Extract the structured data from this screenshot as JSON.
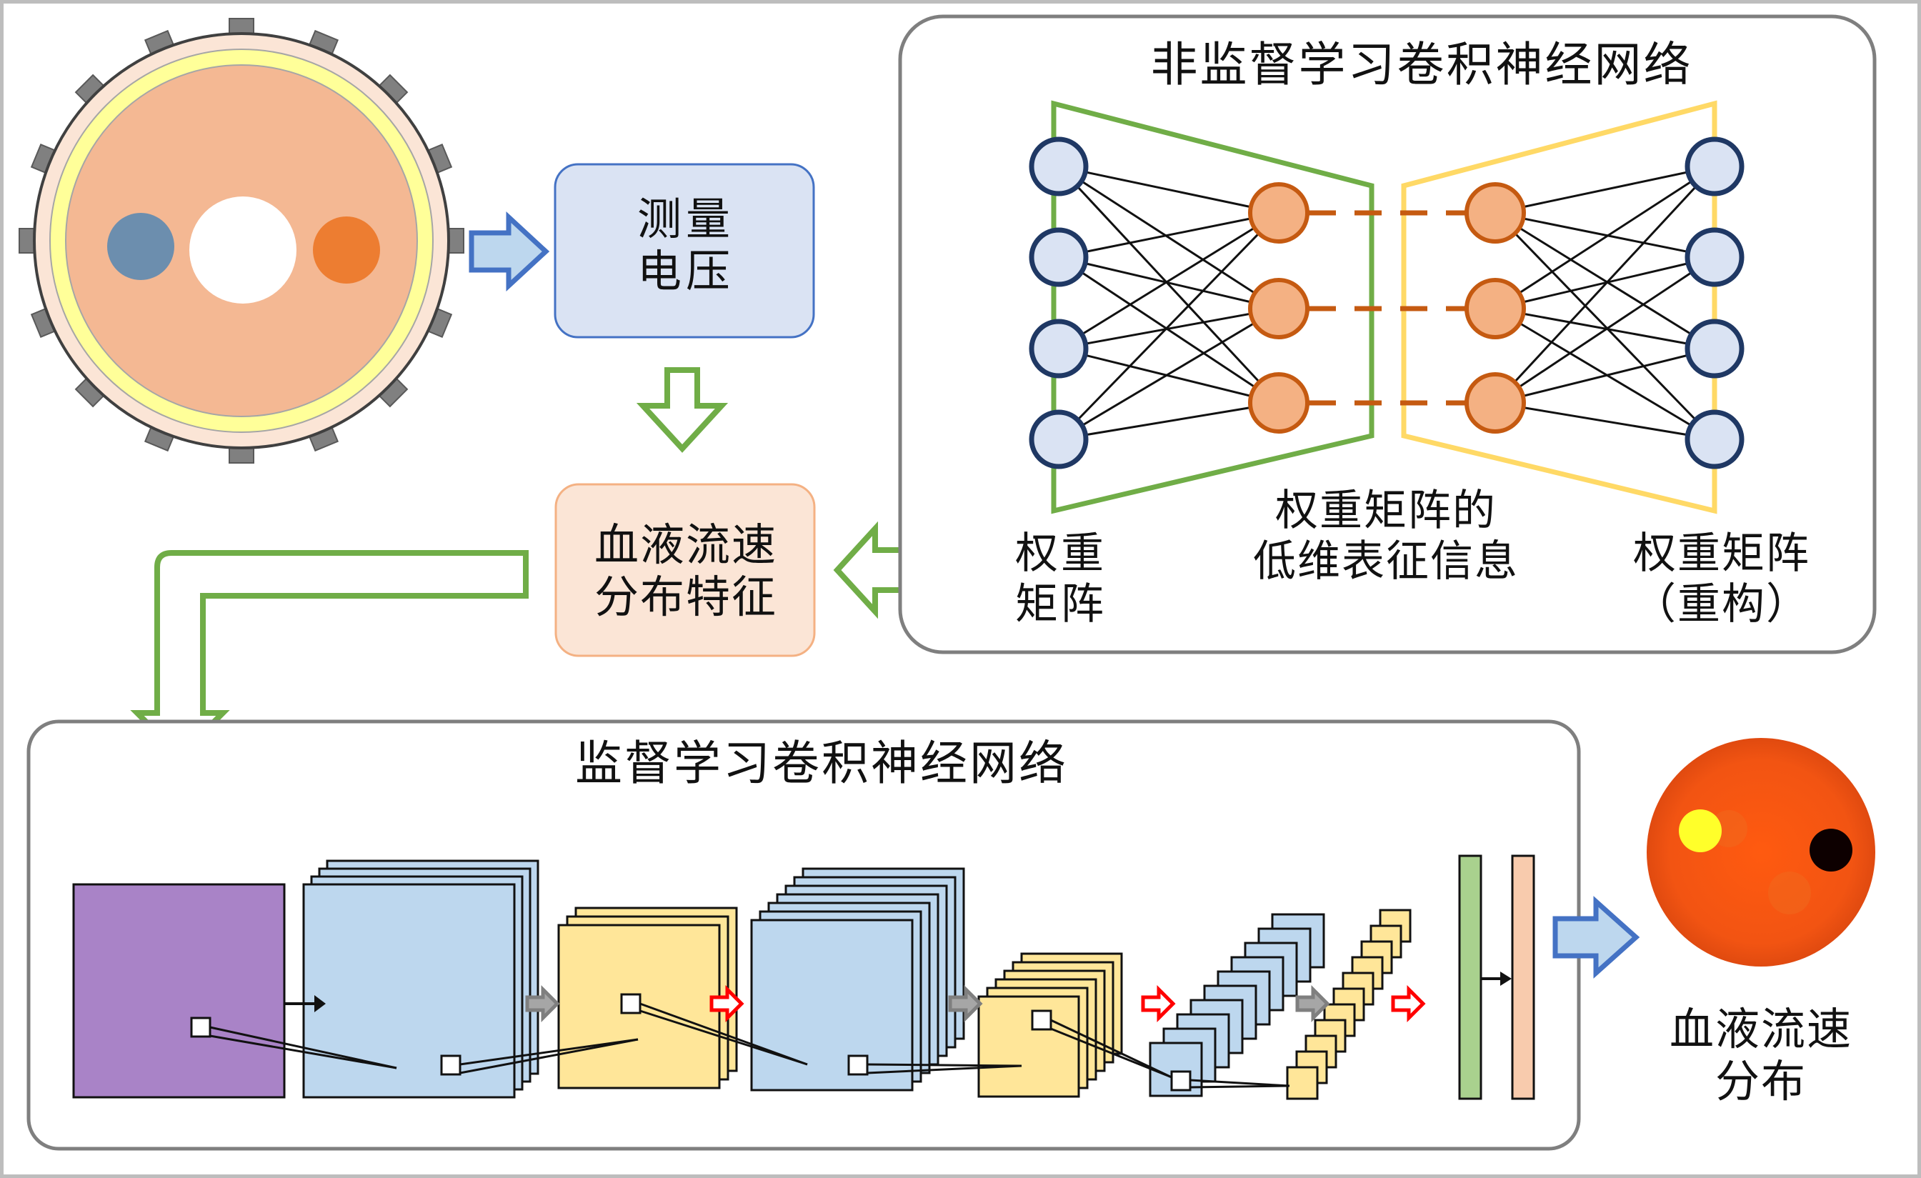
{
  "colors": {
    "green_arrow": "#70ad47",
    "blue_arrow": "#4472c4",
    "arrow_fill": "#bdd7ee",
    "encoder_border": "#70ad47",
    "decoder_border": "#ffd966",
    "input_node": "#dae3f3",
    "input_node_border": "#1f3864",
    "latent_node": "#f4b183",
    "latent_node_border": "#c55a11",
    "panel_border": "#7f7f7f",
    "input_layer": "#a983c7",
    "conv_layer": "#bdd7ee",
    "pool_layer": "#ffe699",
    "dense_green": "#a9d18e",
    "dense_orange": "#f8cbad"
  },
  "sensor": {
    "icons": [
      "sensor-ring-icon",
      "electrode-icon",
      "blue-inclusion-icon",
      "orange-inclusion-icon",
      "lumen-icon"
    ]
  },
  "measure_box": {
    "line1": "测量",
    "line2": "电压"
  },
  "feature_box": {
    "line1": "血液流速",
    "line2": "分布特征"
  },
  "unsupervised": {
    "title": "非监督学习卷积神经网络",
    "left_label": {
      "line1": "权重",
      "line2": "矩阵"
    },
    "middle_label": {
      "line1": "权重矩阵的",
      "line2": "低维表征信息"
    },
    "right_label": {
      "line1": "权重矩阵",
      "line2": "（重构）"
    }
  },
  "supervised": {
    "title": "监督学习卷积神经网络",
    "icons": [
      "input-layer-icon",
      "conv-layer-icon",
      "pool-layer-icon",
      "dense-layer-icon",
      "grey-arrow-icon",
      "red-arrow-icon"
    ]
  },
  "output": {
    "line1": "血液流速",
    "line2": "分布"
  }
}
